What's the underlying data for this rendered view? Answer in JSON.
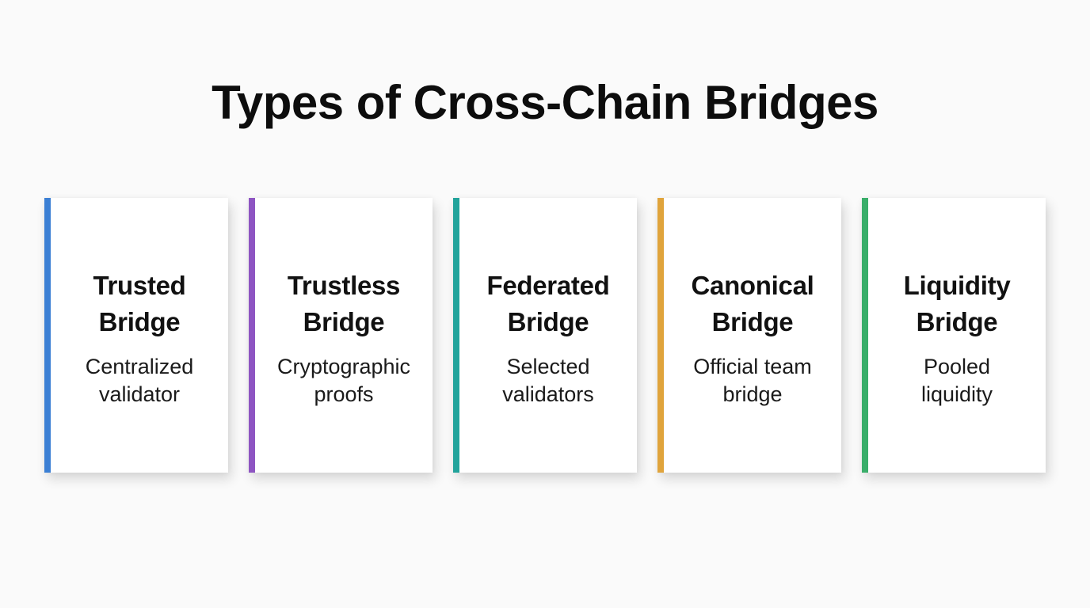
{
  "title": "Types of Cross-Chain Bridges",
  "cards": [
    {
      "name_line1": "Trusted",
      "name_line2": "Bridge",
      "desc_line1": "Centralized",
      "desc_line2": "validator",
      "accent_color": "#3b7fd4"
    },
    {
      "name_line1": "Trustless",
      "name_line2": "Bridge",
      "desc_line1": "Cryptographic",
      "desc_line2": "proofs",
      "accent_color": "#8e55c2"
    },
    {
      "name_line1": "Federated",
      "name_line2": "Bridge",
      "desc_line1": "Selected",
      "desc_line2": "validators",
      "accent_color": "#22a39b"
    },
    {
      "name_line1": "Canonical",
      "name_line2": "Bridge",
      "desc_line1": "Official team",
      "desc_line2": "bridge",
      "accent_color": "#e0a43c"
    },
    {
      "name_line1": "Liquidity",
      "name_line2": "Bridge",
      "desc_line1": "Pooled",
      "desc_line2": "liquidity",
      "accent_color": "#3aae6a"
    }
  ]
}
